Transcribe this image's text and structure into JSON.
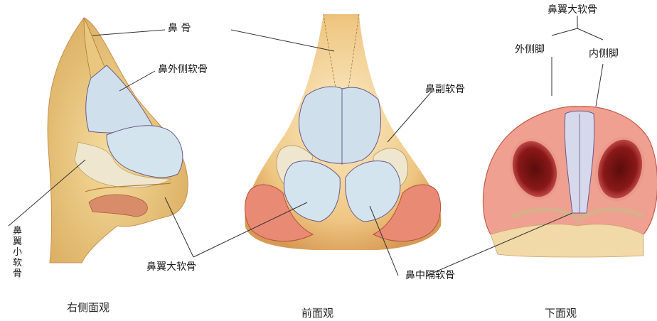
{
  "labels": {
    "nasal_bone": "鼻 骨",
    "lateral_cartilage": "鼻外侧软骨",
    "accessory_cartilage": "鼻副软骨",
    "greater_alar_cartilage_top": "鼻翼大软骨",
    "lateral_crus": "外侧脚",
    "medial_crus": "内侧脚",
    "lesser_alar_cartilage": "鼻翼小软骨",
    "greater_alar_cartilage_left": "鼻翼大软骨",
    "septal_cartilage": "鼻中隔软骨"
  },
  "captions": {
    "right_view": "右侧面观",
    "front_view": "前面观",
    "bottom_view": "下面观"
  },
  "colors": {
    "skin": "#f1cf8a",
    "skin_dark": "#d79d55",
    "cartilage": "#cfe0ec",
    "fat": "#efe6cf",
    "nostril_rim": "#e47a72",
    "nostril_hole": "#8a1818"
  }
}
